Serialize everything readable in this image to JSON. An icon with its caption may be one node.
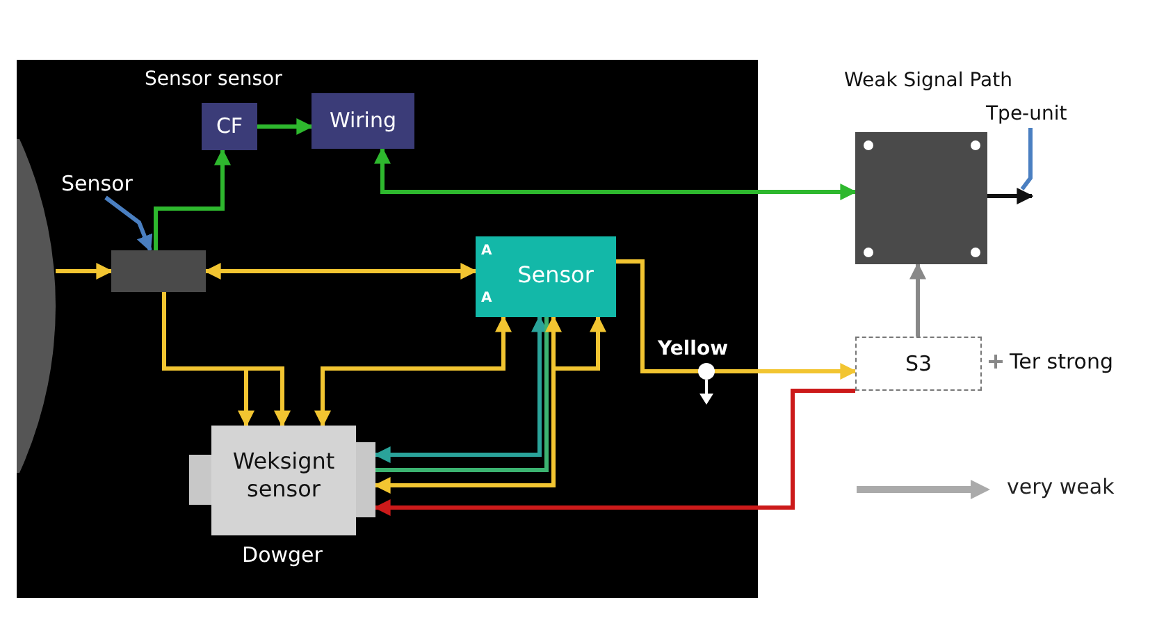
{
  "diagram": {
    "nodes": [
      {
        "text": [
          "CF"
        ]
      },
      {
        "text": [
          "Wiring"
        ]
      },
      {
        "text": [],
        "shape": "box"
      },
      {
        "text": [
          "Sensor"
        ]
      },
      {
        "text": [
          "A",
          "Sensor",
          "A"
        ]
      },
      {
        "text": [
          "Weksignt sensor"
        ],
        "beside": [
          "Dowger"
        ]
      },
      {
        "text": [
          "Weak Signal Path"
        ]
      },
      {
        "text": [
          "S3"
        ],
        "beside": [
          "Ter strong"
        ]
      },
      {
        "text": [
          "Tpe-unit"
        ]
      },
      {
        "text": [],
        "shape": "circle"
      }
    ],
    "edges": [
      {
        "from": 9,
        "to": 2,
        "arrow": "to"
      },
      {
        "from": 2,
        "to": 4,
        "arrow": "both"
      },
      {
        "from": 2,
        "to": 0,
        "arrow": "to",
        "color": "#2eb82e"
      },
      {
        "from": 0,
        "to": 1,
        "arrow": "to",
        "color": "#2eb82e"
      },
      {
        "from": 1,
        "to": 6,
        "arrow": "both",
        "color": "#2eb82e"
      },
      {
        "from": 3,
        "to": 2,
        "arrow": "to",
        "color": "#4a7fc1"
      },
      {
        "from": 2,
        "to": 5,
        "arrow": "to"
      },
      {
        "from": 2,
        "to": 5,
        "arrow": "to"
      },
      {
        "from": 5,
        "to": 4,
        "arrow": "both"
      },
      {
        "from": 5,
        "to": 4,
        "arrow": "both",
        "color": "#2aa39a"
      },
      {
        "from": 5,
        "to": 4,
        "arrow": "none",
        "color": "#3cb371"
      },
      {
        "from": 5,
        "to": 4,
        "arrow": "both"
      },
      {
        "from": 5,
        "to": 4,
        "arrow": "to"
      },
      {
        "from": 7,
        "to": 5,
        "arrow": "to",
        "color": "#cc1a1a"
      },
      {
        "from": 4,
        "to": 7,
        "arrow": "to",
        "label": "Yellow"
      },
      {
        "from": 7,
        "to": 6,
        "arrow": "to",
        "color": "#888888"
      },
      {
        "from": 6,
        "to": null,
        "arrow": "to",
        "color": "#111111"
      },
      {
        "from": 8,
        "to": null,
        "arrow": "none",
        "color": "#4a7fc1"
      }
    ],
    "labels": [
      "Sensor sensor"
    ],
    "legend": [
      {
        "text": "very weak"
      }
    ]
  }
}
